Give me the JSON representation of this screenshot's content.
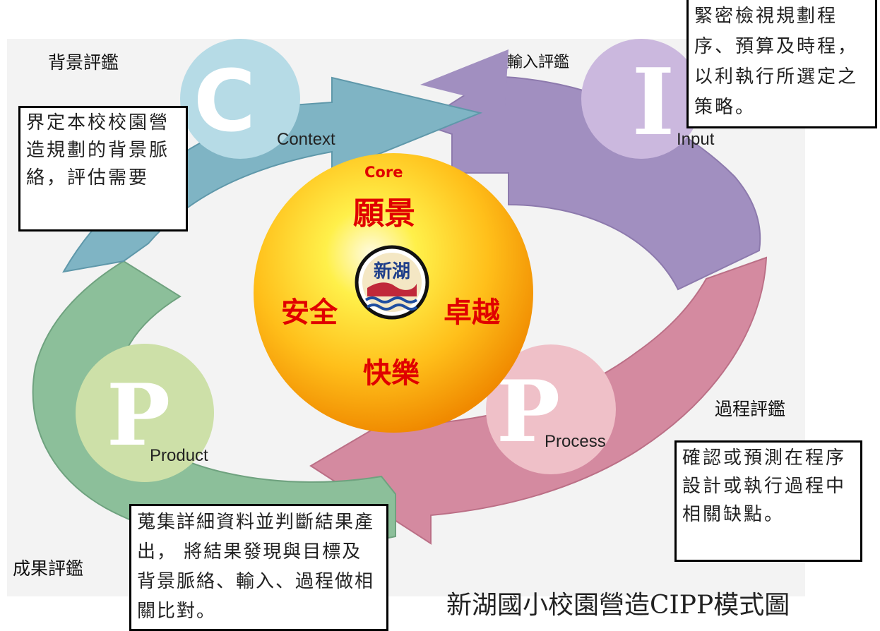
{
  "labels": {
    "context_eval": "背景評鑑",
    "input_eval": "輸入評鑑",
    "process_eval": "過程評鑑",
    "product_eval": "成果評鑑"
  },
  "circles": {
    "context": {
      "letter": "C",
      "word": "Context"
    },
    "input": {
      "letter": "I",
      "word": "Input"
    },
    "process": {
      "letter": "P",
      "word": "Process"
    },
    "product": {
      "letter": "P",
      "word": "Product"
    }
  },
  "core": {
    "title": "Core",
    "vision": "願景",
    "safety": "安全",
    "excellence": "卓越",
    "happiness": "快樂",
    "logo_text": "新湖"
  },
  "notes": {
    "context": "界定本校校園營造規劃的背景脈絡，評估需要",
    "input": "緊密檢視規劃程序、預算及時程，以利執行所選定之策略。",
    "process": "確認或預測在程序設計或執行過程中相關缺點。",
    "product": "蒐集詳細資料並判斷結果產出， 將結果發現與目標及背景脈絡、輸入、過程做相關比對。"
  },
  "caption": "新湖國小校園營造CIPP模式圖",
  "colors": {
    "context_arrow": "#7fb3c3",
    "input_arrow": "#9f8cbf",
    "process_arrow": "#cf7e97",
    "product_arrow": "#86b896",
    "core_text": "#e00000"
  }
}
